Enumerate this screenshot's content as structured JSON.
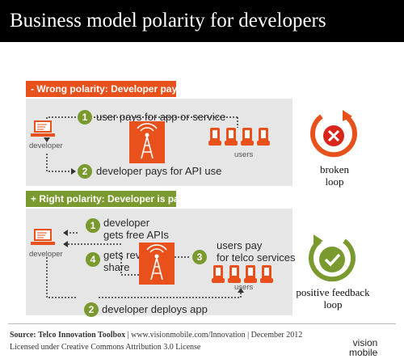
{
  "header": {
    "title": "Business model polarity for developers"
  },
  "wrong": {
    "tag": "- Wrong polarity: Developer pays +",
    "step1": "user pays for app or service",
    "step2": "developer pays for API use",
    "developer_label": "developer",
    "users_label": "users",
    "status_line1": "broken",
    "status_line2": "loop"
  },
  "right": {
    "tag": "+ Right polarity: Developer is paid -",
    "step1_line1": "developer",
    "step1_line2": "gets free APIs",
    "step4_line1": "gets rev",
    "step4_line2": "share",
    "step3_line1": "users pay",
    "step3_line2": "for telco services",
    "step2": "developer deploys app",
    "developer_label": "developer",
    "users_label": "users",
    "status_line1": "positive feedback",
    "status_line2": "loop"
  },
  "numbers": {
    "one": "1",
    "two": "2",
    "three": "3",
    "four": "4"
  },
  "footer": {
    "source_label": "Source:",
    "source_name": "Telco Innovation Toolbox",
    "source_rest": "| www.visionmobile.com/Innovation | December 2012",
    "license": "Licensed under Creative Commons Attribution 3.0 License",
    "logo_line1": "vision",
    "logo_line2": "mobile"
  },
  "colors": {
    "orange": "#e8511c",
    "green": "#7a9a2f",
    "header_bg": "#000000",
    "panel_bg": "#e6e6e6",
    "broken_red": "#d9261c"
  },
  "icons": [
    "laptop-icon",
    "cell-tower-icon",
    "phone-icon",
    "broken-loop-icon",
    "check-loop-icon"
  ]
}
